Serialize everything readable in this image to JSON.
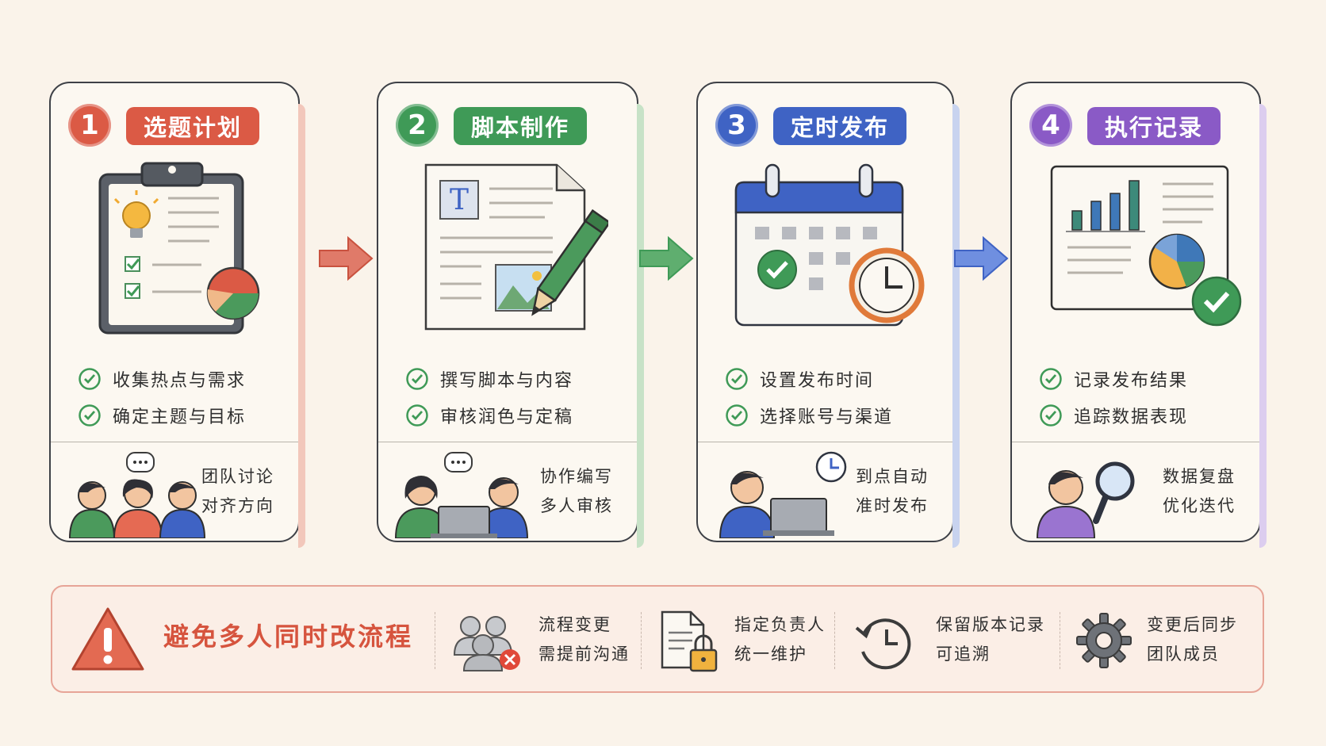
{
  "steps": [
    {
      "num": "1",
      "title": "选题计划",
      "color": "#db5a45",
      "check_color": "#3f9a57",
      "checks": [
        "收集热点与需求",
        "确定主题与目标"
      ],
      "footer": [
        "团队讨论",
        "对齐方向"
      ],
      "icon": "clipboard-icon"
    },
    {
      "num": "2",
      "title": "脚本制作",
      "color": "#3f9a57",
      "check_color": "#3f9a57",
      "checks": [
        "撰写脚本与内容",
        "审核润色与定稿"
      ],
      "footer": [
        "协作编写",
        "多人审核"
      ],
      "icon": "document-pencil-icon",
      "doc_letter": "T"
    },
    {
      "num": "3",
      "title": "定时发布",
      "color": "#3f63c4",
      "check_color": "#3f9a57",
      "checks": [
        "设置发布时间",
        "选择账号与渠道"
      ],
      "footer": [
        "到点自动",
        "准时发布"
      ],
      "icon": "calendar-clock-icon"
    },
    {
      "num": "4",
      "title": "执行记录",
      "color": "#8a5ac6",
      "check_color": "#3f9a57",
      "checks": [
        "记录发布结果",
        "追踪数据表现"
      ],
      "footer": [
        "数据复盘",
        "优化迭代"
      ],
      "icon": "report-chart-icon"
    }
  ],
  "warning": {
    "title": "避免多人同时改流程",
    "items": [
      {
        "lines": [
          "流程变更",
          "需提前沟通"
        ],
        "icon": "people-blocked-icon"
      },
      {
        "lines": [
          "指定负责人",
          "统一维护"
        ],
        "icon": "document-lock-icon"
      },
      {
        "lines": [
          "保留版本记录",
          "可追溯"
        ],
        "icon": "history-clock-icon"
      },
      {
        "lines": [
          "变更后同步",
          "团队成员"
        ],
        "icon": "gear-icon"
      }
    ]
  }
}
